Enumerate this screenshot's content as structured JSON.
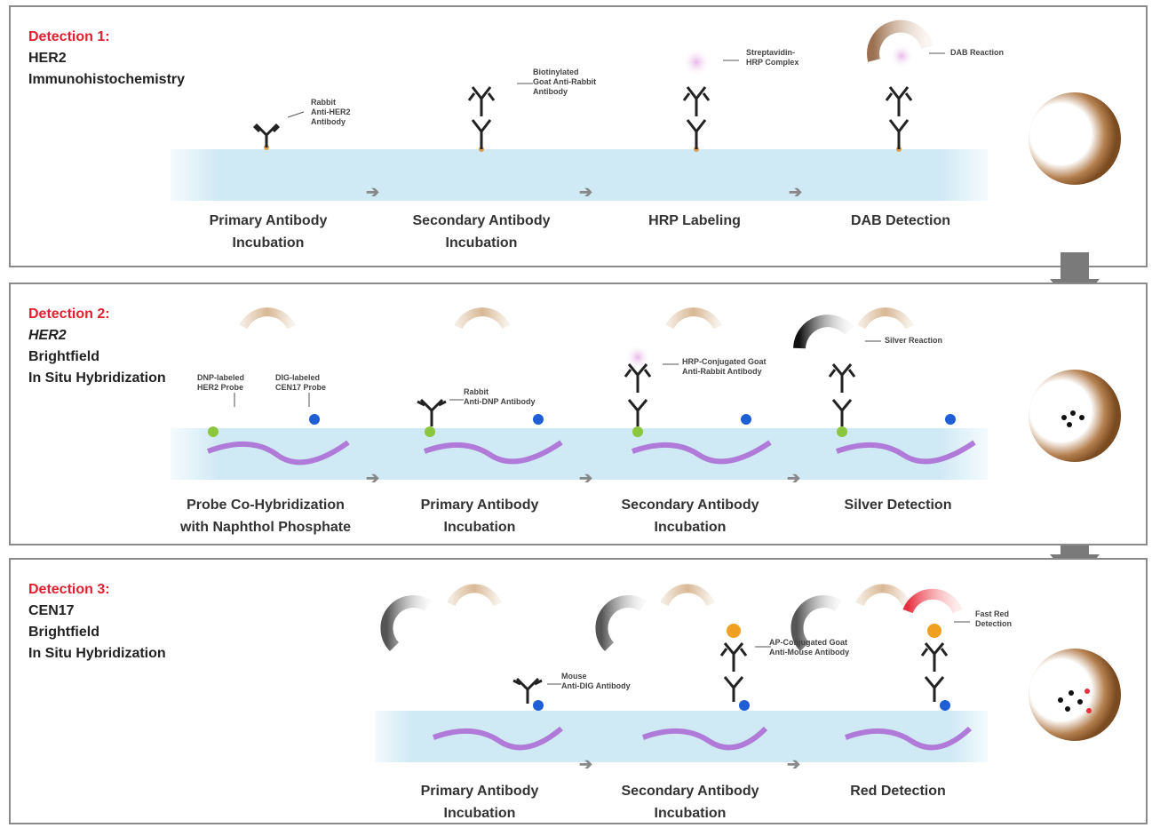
{
  "panels": [
    {
      "title_red": "Detection 1:",
      "title_lines": [
        "HER2",
        "Immunohistochemistry"
      ],
      "steps": [
        "Primary Antibody\nIncubation",
        "Secondary Antibody\nIncubation",
        "HRP Labeling",
        "DAB Detection"
      ],
      "notes": {
        "rabbit": "Rabbit\nAnti-HER2\nAntibody",
        "biotin": "Biotinylated\nGoat Anti-Rabbit\nAntibody",
        "strep": "Streptavidin-\nHRP Complex",
        "dab": "DAB Reaction"
      }
    },
    {
      "title_red": "Detection 2:",
      "title_lines": [
        "HER2",
        "Brightfield",
        "In Situ Hybridization"
      ],
      "steps": [
        "Probe Co-Hybridization\nwith Naphthol Phosphate",
        "Primary Antibody\nIncubation",
        "Secondary Antibody\nIncubation",
        "Silver Detection"
      ],
      "notes": {
        "dnp_probe": "DNP-labeled\nHER2 Probe",
        "dig_probe": "DIG-labeled\nCEN17 Probe",
        "rabbit_dnp": "Rabbit\nAnti-DNP Antibody",
        "hrp_goat": "HRP-Conjugated Goat\nAnti-Rabbit Antibody",
        "silver": "Silver Reaction"
      }
    },
    {
      "title_red": "Detection 3:",
      "title_lines": [
        "CEN17",
        "Brightfield",
        "In Situ Hybridization"
      ],
      "steps": [
        "Primary Antibody\nIncubation",
        "Secondary Antibody\nIncubation",
        "Red Detection"
      ],
      "notes": {
        "mouse": "Mouse\nAnti-DIG Antibody",
        "ap_goat": "AP-Conjugated Goat\nAnti-Mouse Antibody",
        "fast_red": "Fast Red\nDetection"
      }
    }
  ],
  "colors": {
    "title_red": "#e02030",
    "band": "#cfe9f5",
    "cell_brown": "#8a5a2e",
    "dna_purple": "#b07ad8",
    "dot_green": "#8cc63f",
    "dot_blue": "#1e5fd6",
    "ap_orange": "#f0a020",
    "fast_red": "#e83040",
    "arrow_gray": "#7a7a7a"
  }
}
